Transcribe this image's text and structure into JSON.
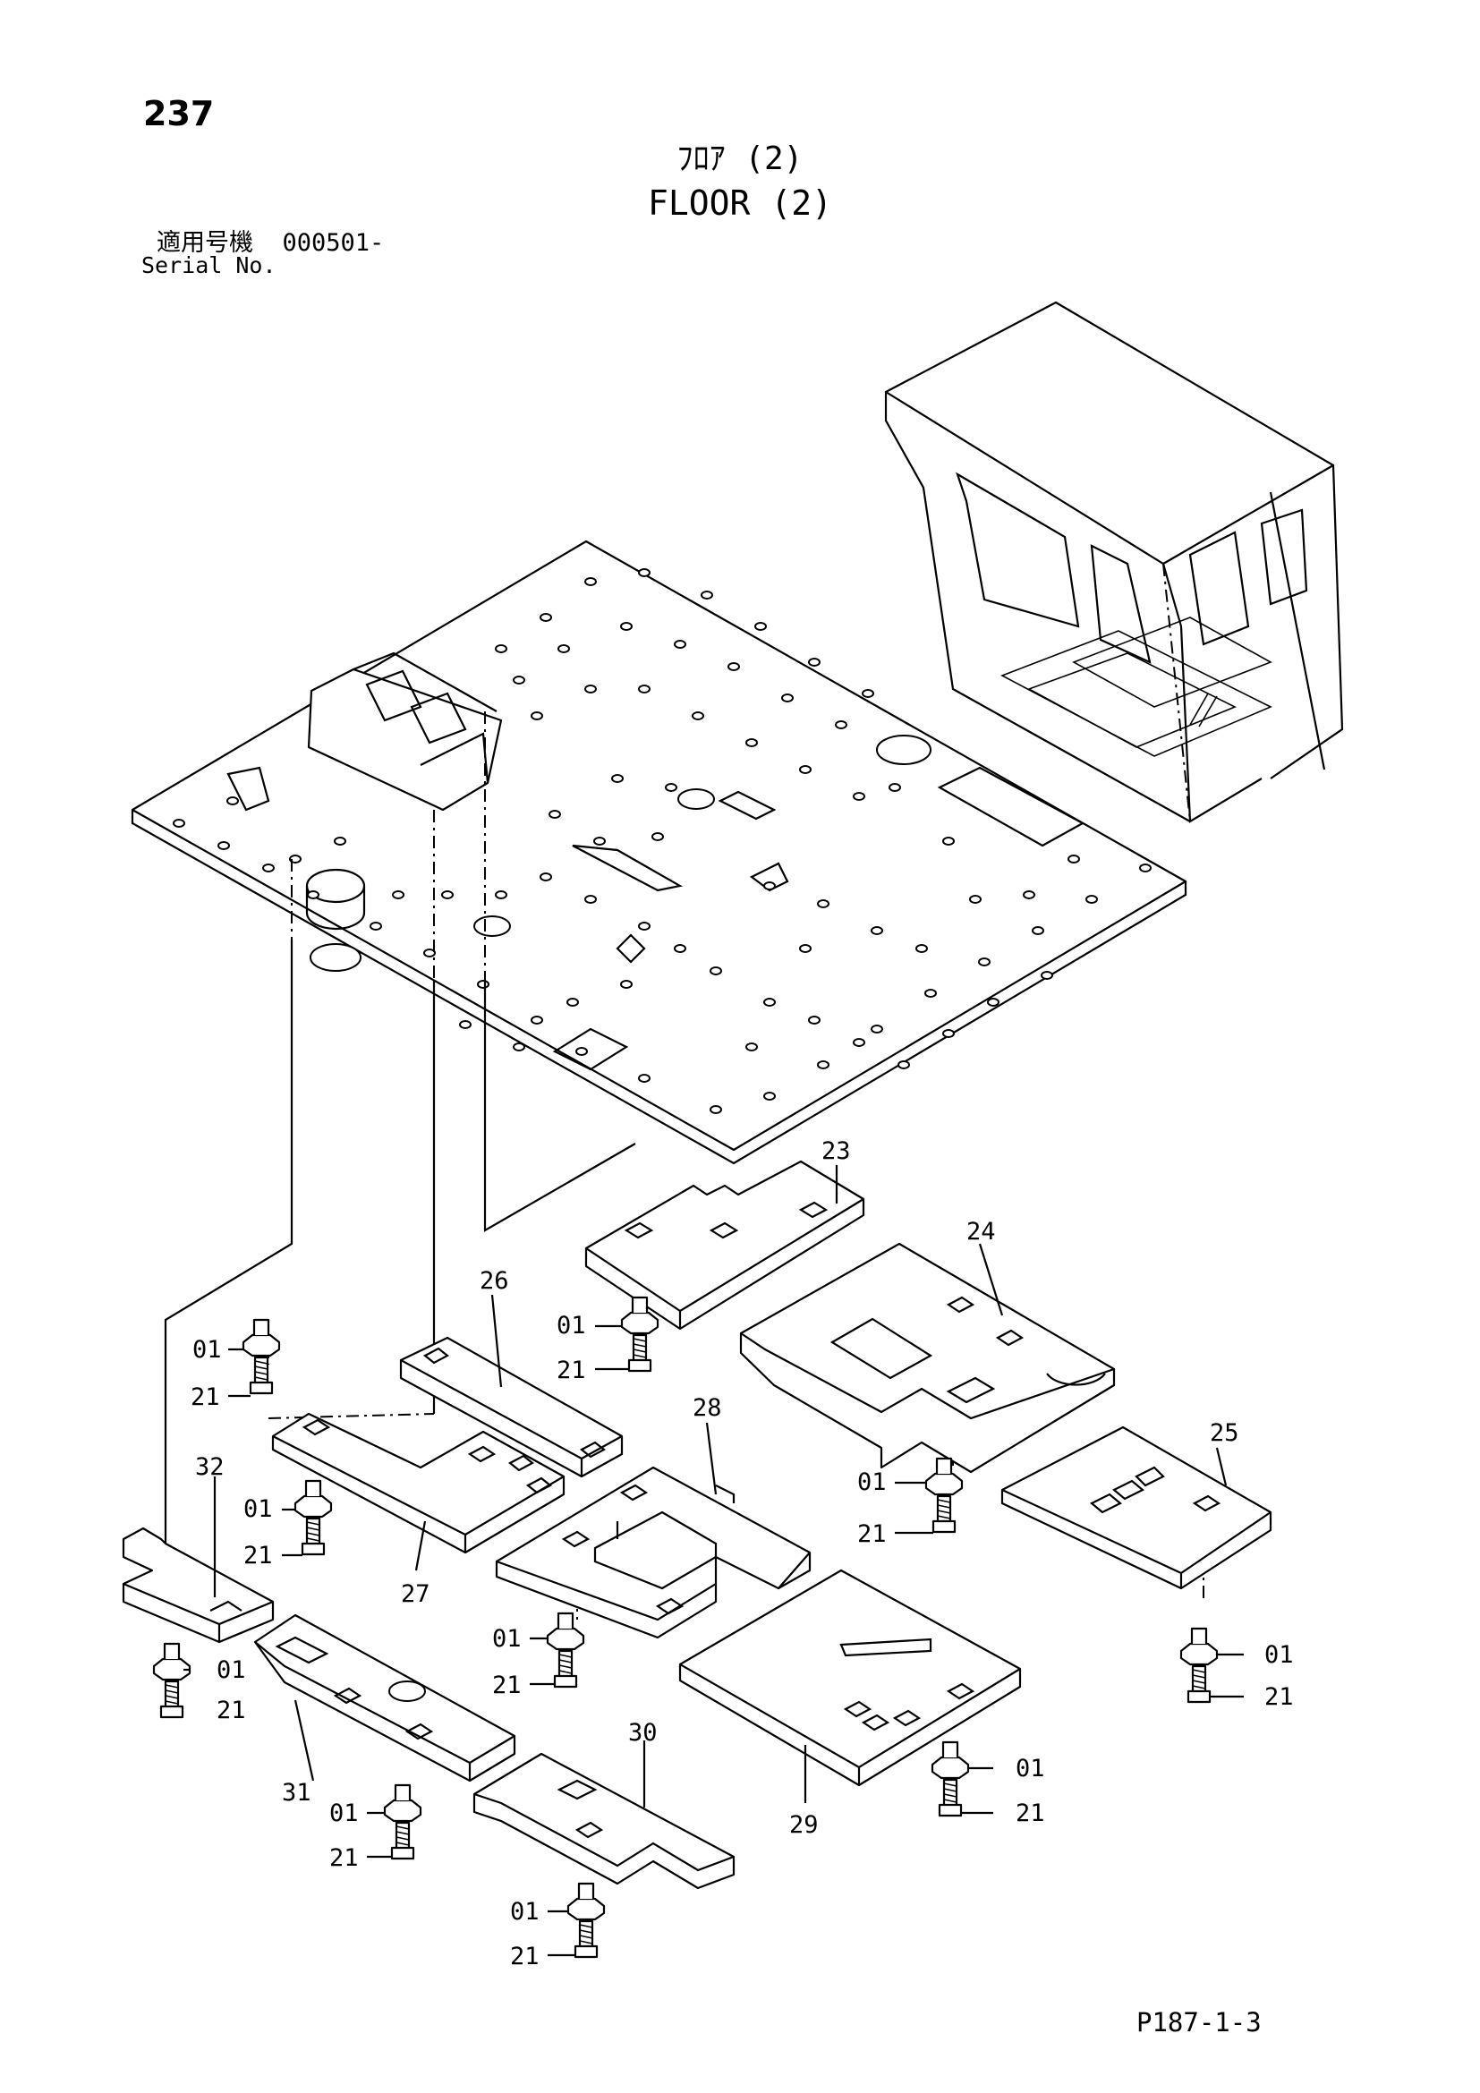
{
  "header": {
    "page_number": "237",
    "title_jp": "ﾌﾛｱ (2)",
    "title_en": "FLOOR (2)",
    "serial_label_jp": "適用号機",
    "serial_value": "000501-",
    "serial_label_en": "Serial No."
  },
  "footer": {
    "page_ref": "P187-1-3"
  },
  "callouts": {
    "c23": "23",
    "c24": "24",
    "c25": "25",
    "c26": "26",
    "c27": "27",
    "c28": "28",
    "c29": "29",
    "c30": "30",
    "c31": "31",
    "c32": "32",
    "c01_a": "01",
    "c21_a": "21",
    "c01_b": "01",
    "c21_b": "21",
    "c01_c": "01",
    "c21_c": "21",
    "c01_d": "01",
    "c21_d": "21",
    "c01_e": "01",
    "c21_e": "21",
    "c01_f": "01",
    "c21_f": "21",
    "c01_g": "01",
    "c21_g": "21",
    "c01_h": "01",
    "c21_h": "21",
    "c01_i": "01",
    "c21_i": "21"
  }
}
